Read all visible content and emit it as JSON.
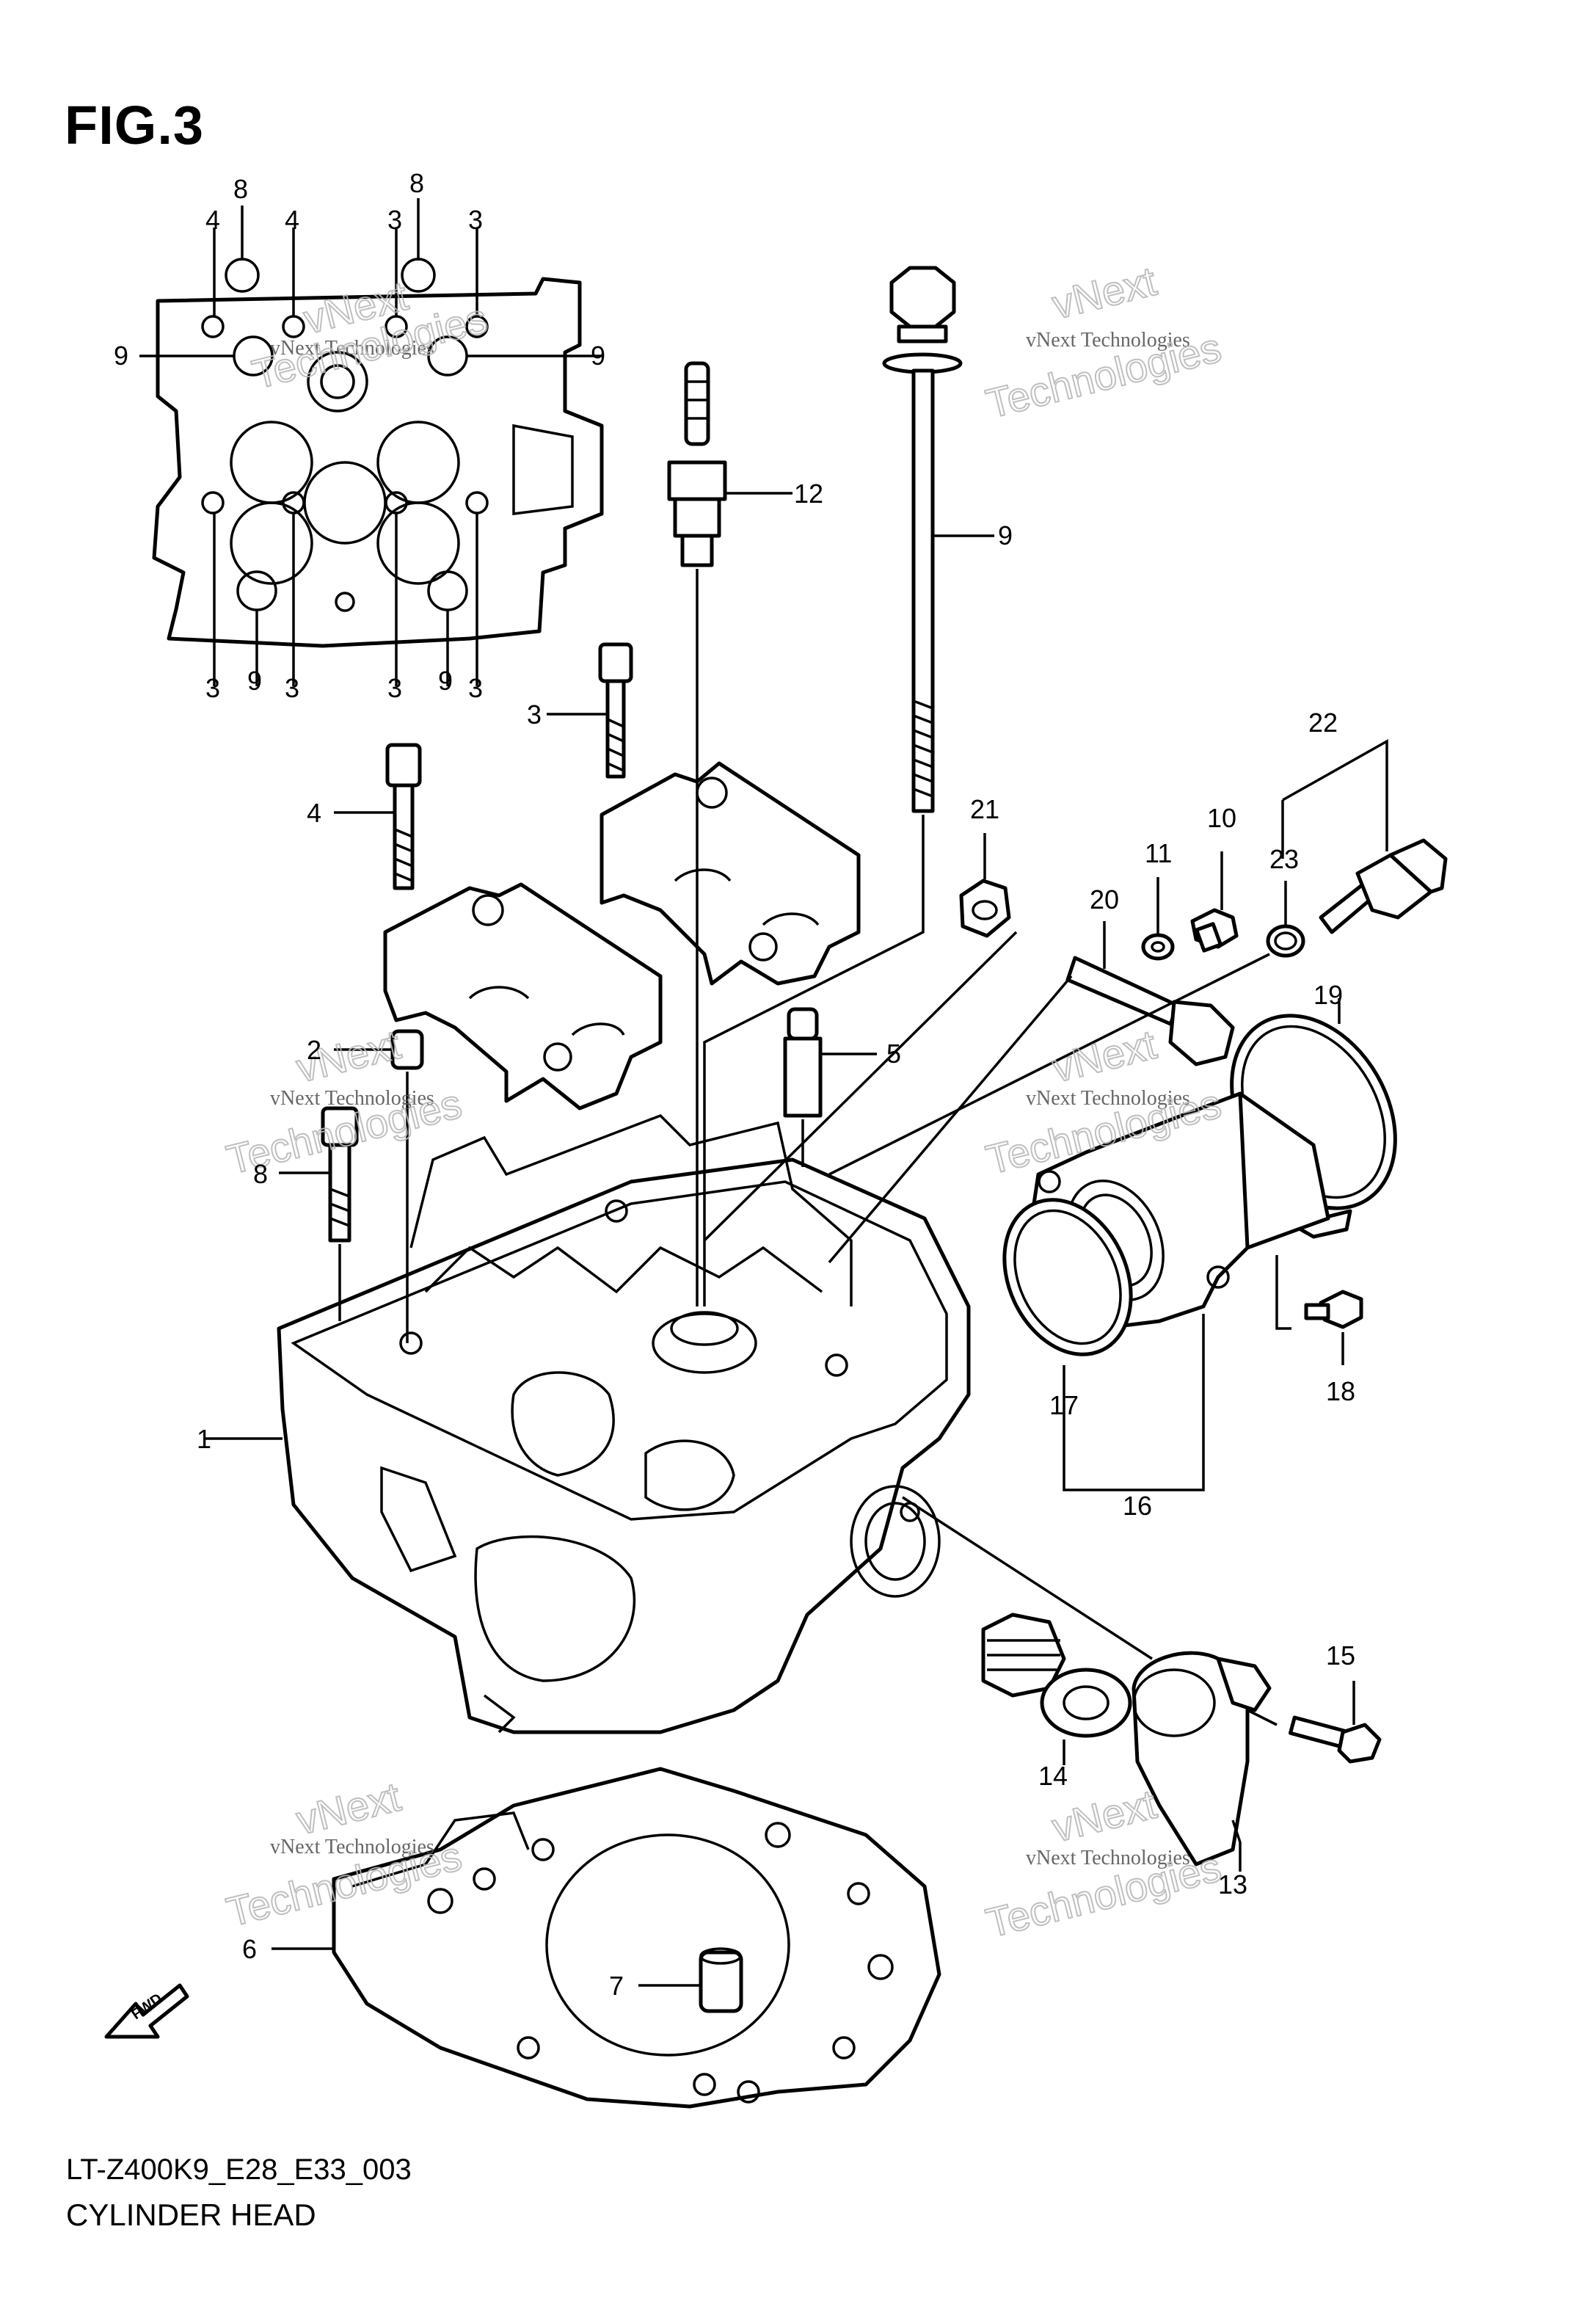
{
  "figure": {
    "title": "FIG.3"
  },
  "footer": {
    "code": "LT-Z400K9_E28_E33_003",
    "caption": "CYLINDER HEAD"
  },
  "fwd_label": "FWD",
  "watermark": {
    "line1": "vNext Technologies",
    "line2": "vNext",
    "line3": "Technologies"
  },
  "inset_callouts": [
    "8",
    "8",
    "4",
    "4",
    "3",
    "3",
    "9",
    "9",
    "3",
    "9",
    "3",
    "3",
    "9",
    "3"
  ],
  "callouts": [
    "1",
    "2",
    "3",
    "4",
    "5",
    "6",
    "7",
    "8",
    "9",
    "10",
    "11",
    "12",
    "13",
    "14",
    "15",
    "16",
    "17",
    "18",
    "19",
    "20",
    "21",
    "22",
    "23"
  ]
}
